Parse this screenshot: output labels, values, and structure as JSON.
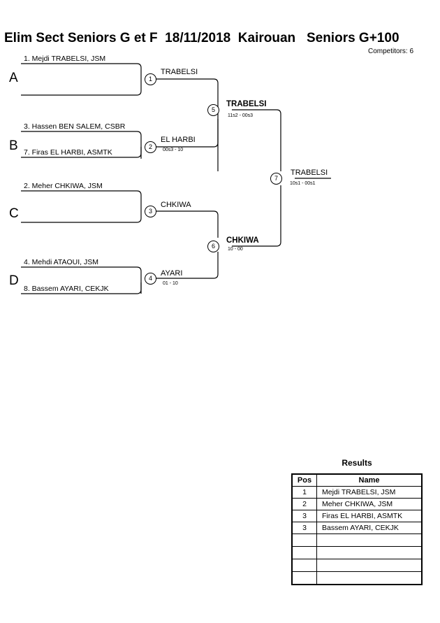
{
  "header": {
    "title": "Elim Sect Seniors G et F  18/11/2018  Kairouan   Seniors G+100",
    "competitors_label": "Competitors: 6"
  },
  "bracket": {
    "groups": [
      {
        "letter": "A"
      },
      {
        "letter": "B"
      },
      {
        "letter": "C"
      },
      {
        "letter": "D"
      }
    ],
    "seeds": [
      {
        "label": "1. Mejdi TRABELSI, JSM"
      },
      {
        "label": ""
      },
      {
        "label": "3. Hassen BEN SALEM, CSBR"
      },
      {
        "label": "7. Firas EL HARBI, ASMTK"
      },
      {
        "label": "2. Meher CHKIWA, JSM"
      },
      {
        "label": ""
      },
      {
        "label": "4. Mehdi ATAOUI, JSM"
      },
      {
        "label": "8. Bassem AYARI, CEKJK"
      }
    ],
    "matches": [
      {
        "number": "1",
        "winner": "TRABELSI",
        "score": ""
      },
      {
        "number": "2",
        "winner": "EL HARBI",
        "score": "00s3 - 10"
      },
      {
        "number": "3",
        "winner": "CHKIWA",
        "score": ""
      },
      {
        "number": "4",
        "winner": "AYARI",
        "score": "01 - 10"
      },
      {
        "number": "5",
        "winner": "TRABELSI",
        "score": "11s2 - 00s3"
      },
      {
        "number": "6",
        "winner": "CHKIWA",
        "score": "10 - 00"
      },
      {
        "number": "7",
        "winner": "TRABELSI",
        "score": "10s1 - 00s1"
      }
    ]
  },
  "results": {
    "title": "Results",
    "columns": [
      "Pos",
      "Name"
    ],
    "rows": [
      {
        "pos": "1",
        "name": "Mejdi TRABELSI, JSM"
      },
      {
        "pos": "2",
        "name": "Meher CHKIWA, JSM"
      },
      {
        "pos": "3",
        "name": "Firas EL HARBI, ASMTK"
      },
      {
        "pos": "3",
        "name": "Bassem AYARI, CEKJK"
      },
      {
        "pos": "",
        "name": ""
      },
      {
        "pos": "",
        "name": ""
      },
      {
        "pos": "",
        "name": ""
      },
      {
        "pos": "",
        "name": ""
      }
    ]
  }
}
